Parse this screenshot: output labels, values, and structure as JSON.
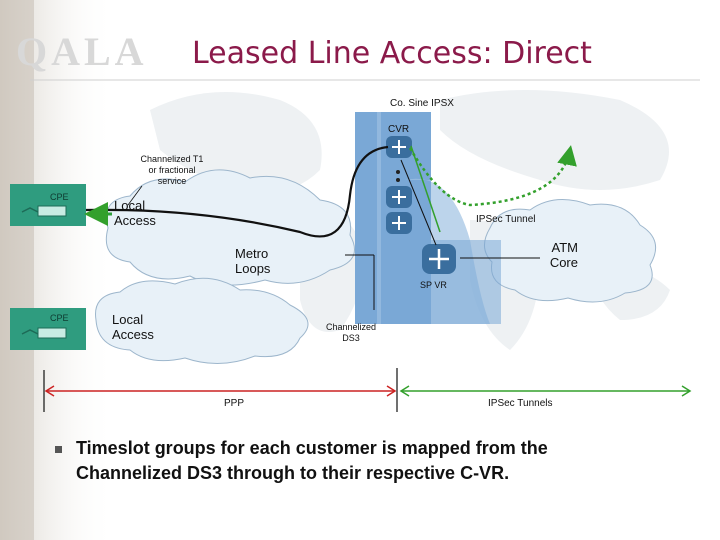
{
  "logo": "QALA",
  "slide": {
    "title": "Leased Line Access: Direct",
    "bullet": "Timeslot groups for each customer is mapped from the Channelized DS3 through to their respective C-VR."
  },
  "diagram": {
    "cosine_ipsx": "Co. Sine IPSX",
    "cvr": "CVR",
    "channelized_t1": "Channelized T1 or fractional service",
    "cpe_1": "CPE",
    "cpe_2": "CPE",
    "local_access_1": "Local Access",
    "local_access_2": "Local Access",
    "metro_loops": "Metro Loops",
    "ipsec_tunnel": "IPSec Tunnel",
    "atm_core": "ATM Core",
    "sp_vr": "SP VR",
    "channelized_ds3": "Channelized DS3",
    "ppp": "PPP",
    "ipsec_tunnels": "IPSec Tunnels"
  },
  "colors": {
    "title": "#8b1a4a",
    "chassis": "#7aa8d6",
    "router": "#3a6e9e",
    "ppp_line": "#cc2222",
    "ipsec_line": "#33a02c",
    "cloud": "#e8f1f8",
    "bullet": "#555555"
  }
}
